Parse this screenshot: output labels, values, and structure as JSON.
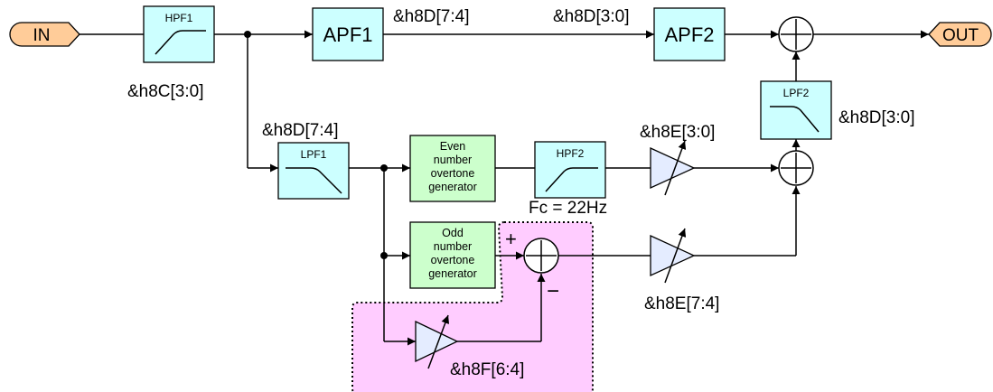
{
  "terminals": {
    "input": "IN",
    "output": "OUT"
  },
  "blocks": {
    "hpf1": "HPF1",
    "apf1": "APF1",
    "apf2": "APF2",
    "lpf1": "LPF1",
    "lpf2": "LPF2",
    "hpf2": "HPF2",
    "even_gen": [
      "Even",
      "number",
      "overtone",
      "generator"
    ],
    "odd_gen": [
      "Odd",
      "number",
      "overtone",
      "generator"
    ]
  },
  "registers": {
    "hpf1": "&h8C[3:0]",
    "apf1": "&h8D[7:4]",
    "apf2": "&h8D[3:0]",
    "lpf1": "&h8D[7:4]",
    "lpf2": "&h8D[3:0]",
    "even_gain": "&h8E[3:0]",
    "odd_gain": "&h8E[7:4]",
    "sub_gain": "&h8F[6:4]"
  },
  "hpf2_cutoff": "Fc = 22Hz",
  "sum_signs": {
    "plus": "+",
    "minus": "−"
  },
  "colors": {
    "filter_fill": "#ccffff",
    "generator_fill": "#ccffcc",
    "terminal_fill": "#ffcc99",
    "amp_fill": "#e4ecff",
    "highlight_fill": "#ffccff"
  }
}
